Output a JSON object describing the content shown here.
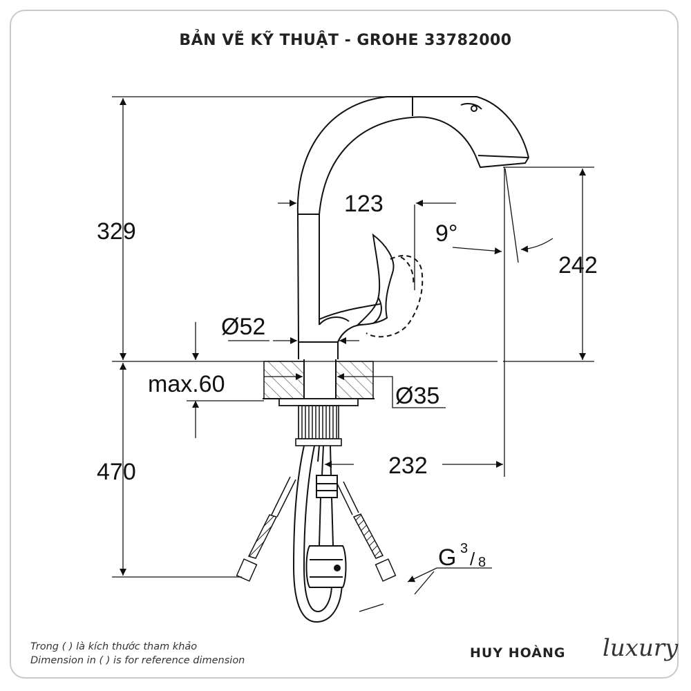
{
  "title": "BẢN VẼ KỸ THUẬT - GROHE 33782000",
  "dimensions": {
    "height_total": "329",
    "spout_height": "242",
    "spout_reach_top": "123",
    "spray_angle": "9°",
    "body_diameter": "Ø52",
    "deck_thickness": "max.60",
    "hole_diameter": "Ø35",
    "hose_length": "470",
    "reach": "232",
    "thread_base": "G",
    "thread_num": "3",
    "thread_den": "8"
  },
  "footer": {
    "line1": "Trong ( ) là kích thước tham khảo",
    "line2": "Dimension in ( ) is for reference dimension"
  },
  "brand": {
    "name": "HUY HOÀNG",
    "script": "luxury"
  }
}
